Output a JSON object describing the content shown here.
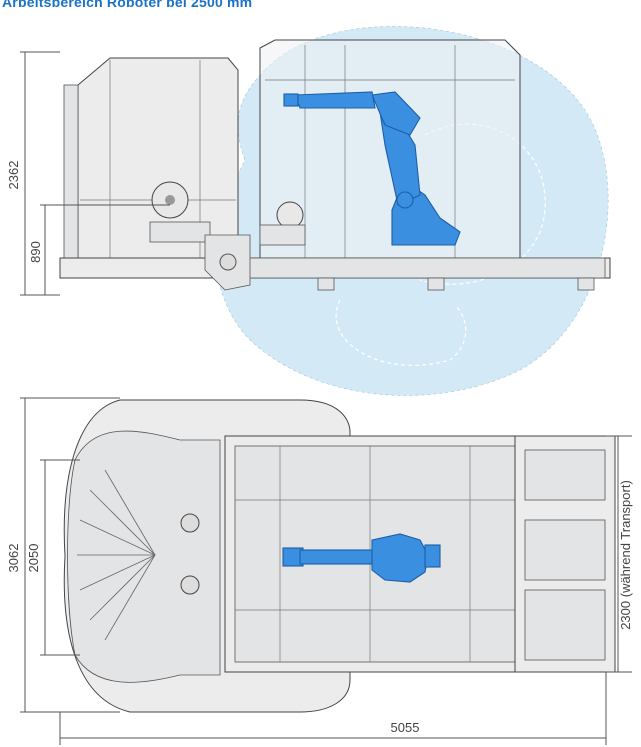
{
  "header": {
    "title": "Arbeitsbereich Roboter bei 2500 mm"
  },
  "colors": {
    "accent": "#1a73c8",
    "robot": "#3b8fe0",
    "work_envelope": "#cfe6f5",
    "frame": "#ececec"
  },
  "side_view": {
    "dim_height_total": "2362",
    "dim_height_table": "890"
  },
  "top_view": {
    "dim_width_total": "3062",
    "dim_width_inner": "2050",
    "dim_length": "5055",
    "dim_transport": "2300 (während Transport)"
  }
}
